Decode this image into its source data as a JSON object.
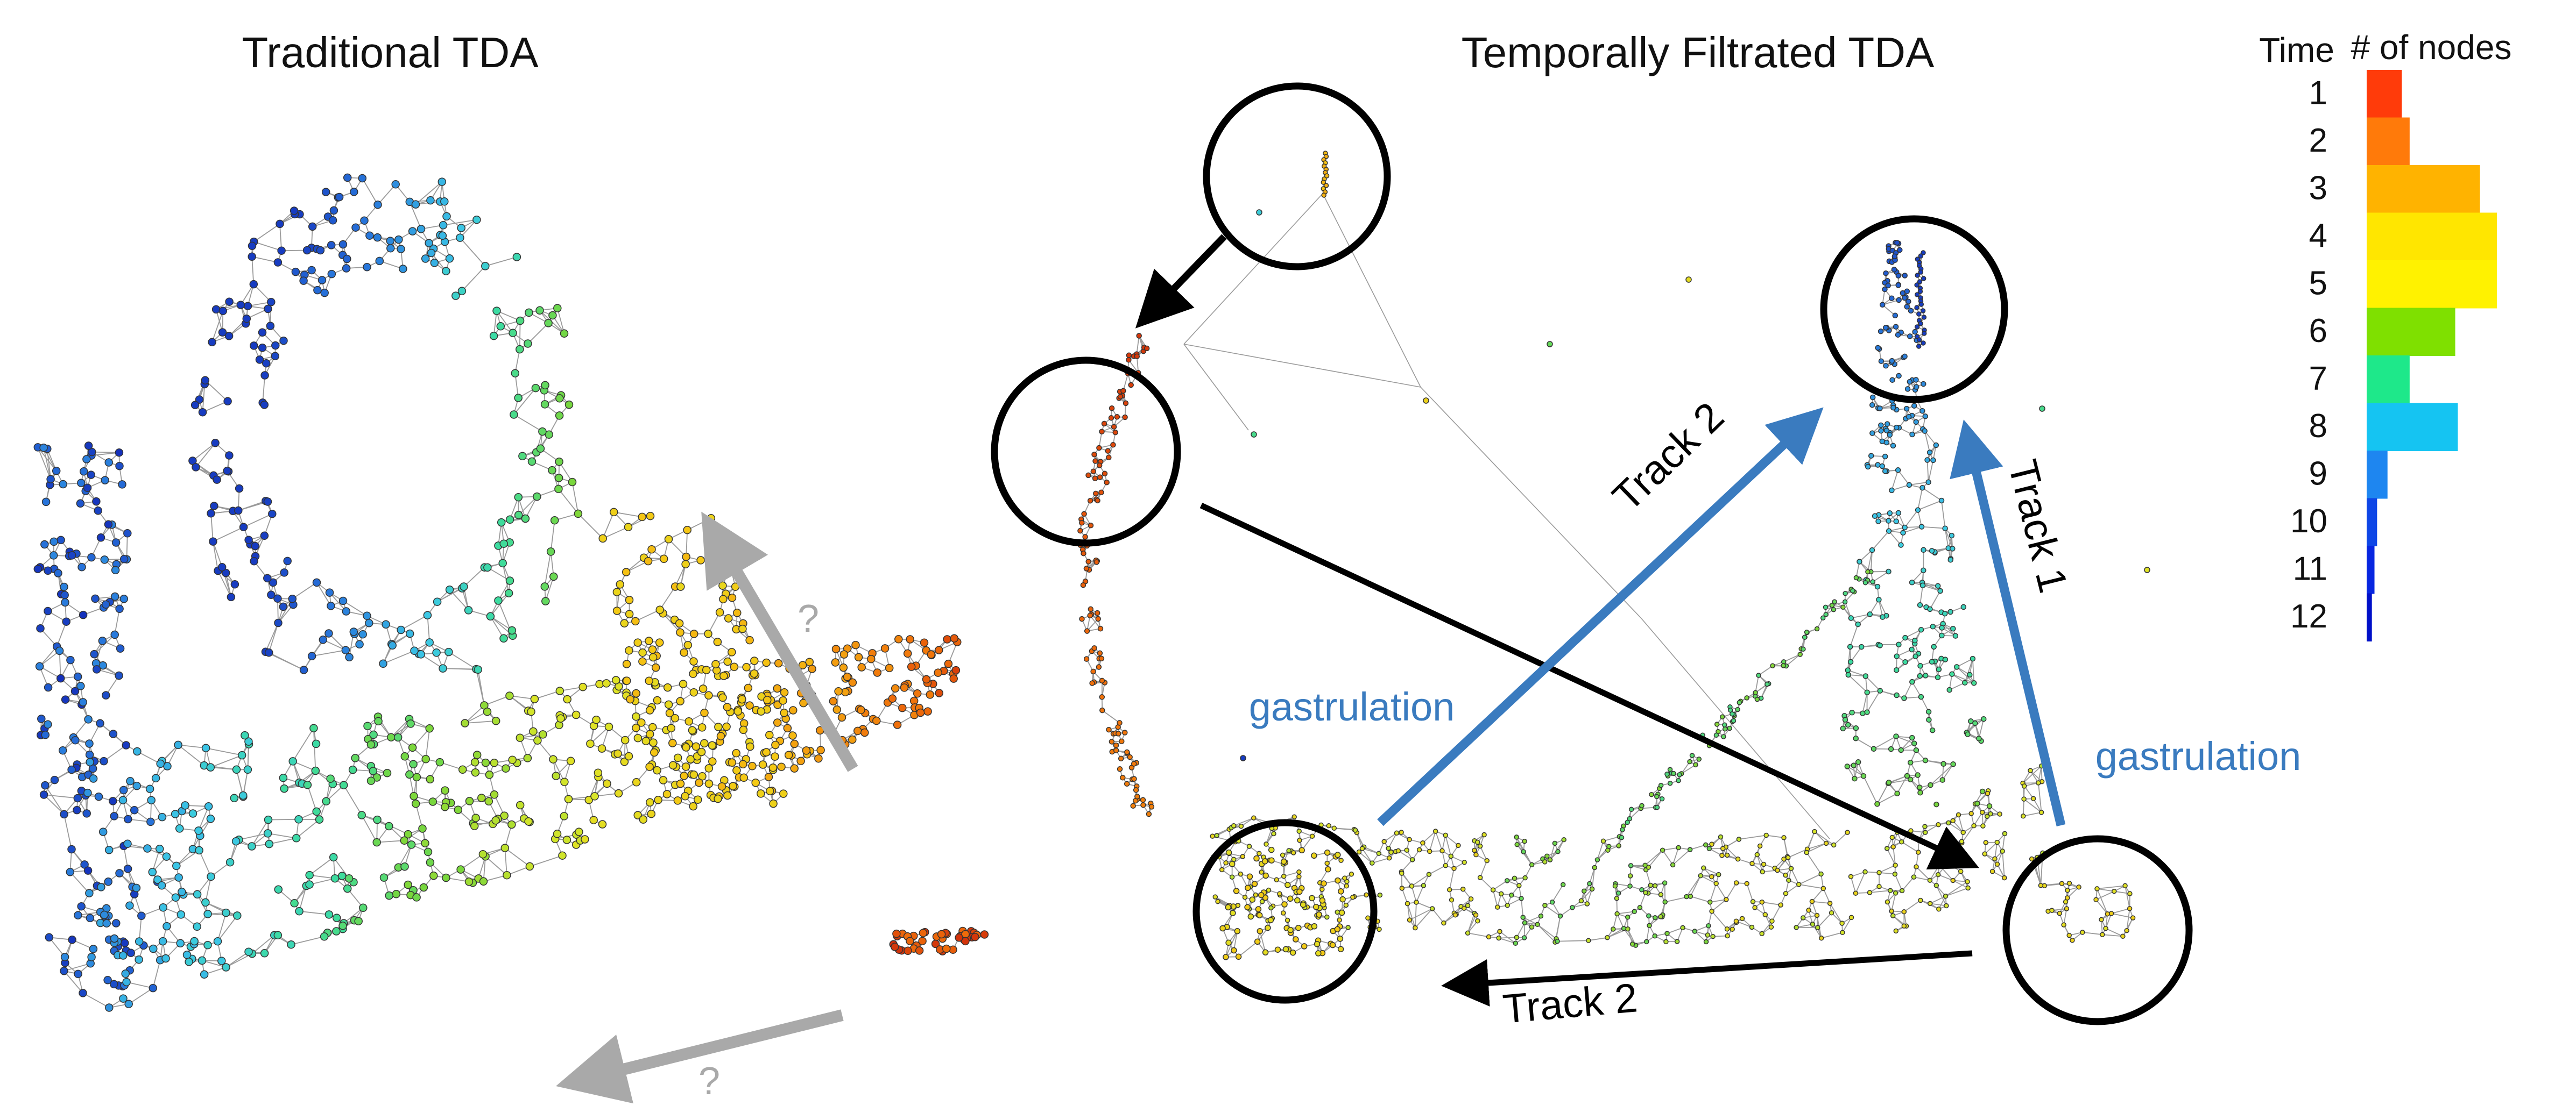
{
  "panels": {
    "left_title": "Traditional TDA",
    "right_title": "Temporally Filtrated TDA"
  },
  "annotations": {
    "question_mark": "?",
    "track1": "Track 1",
    "track2": "Track 2",
    "gastrulation": "gastrulation"
  },
  "colors": {
    "edge": "#9a9a9a",
    "arrow_black": "#000000",
    "arrow_blue": "#3a7bbf",
    "arrow_gray": "#a9a9a9",
    "circle": "#000000"
  },
  "legend": {
    "time_header": "Time",
    "count_header": "# of nodes",
    "rows": [
      {
        "time": "1",
        "count": 0.27,
        "color": "#ff3b0a"
      },
      {
        "time": "2",
        "count": 0.33,
        "color": "#ff7a0a"
      },
      {
        "time": "3",
        "count": 0.87,
        "color": "#ffb300"
      },
      {
        "time": "4",
        "count": 1.0,
        "color": "#ffe600"
      },
      {
        "time": "5",
        "count": 1.0,
        "color": "#fff200"
      },
      {
        "time": "6",
        "count": 0.68,
        "color": "#7fe000"
      },
      {
        "time": "7",
        "count": 0.33,
        "color": "#1ee88a"
      },
      {
        "time": "8",
        "count": 0.7,
        "color": "#15c4f2"
      },
      {
        "time": "9",
        "count": 0.16,
        "color": "#1e86f0"
      },
      {
        "time": "10",
        "count": 0.08,
        "color": "#0e46e6"
      },
      {
        "time": "11",
        "count": 0.06,
        "color": "#0826e0"
      },
      {
        "time": "12",
        "count": 0.04,
        "color": "#0010c8"
      }
    ]
  }
}
